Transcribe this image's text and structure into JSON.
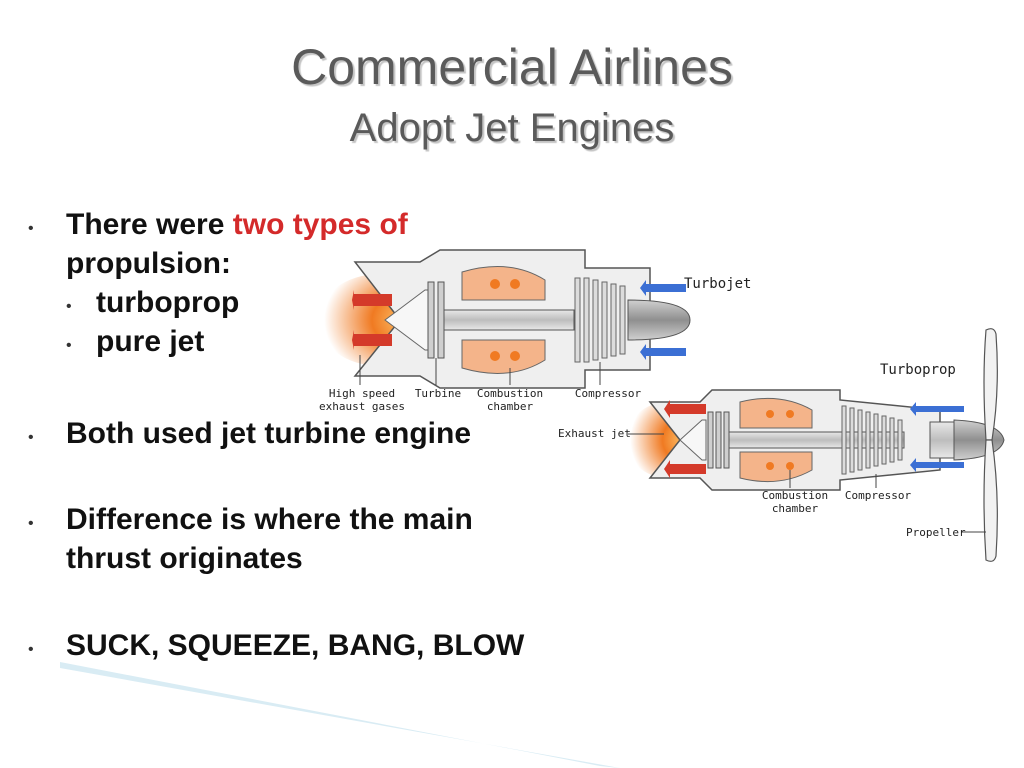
{
  "title": {
    "line1": "Commercial Airlines",
    "line2": "Adopt Jet Engines"
  },
  "bullets": [
    {
      "text_before": "There were ",
      "text_highlight": "two types of",
      "text_after": "propulsion:",
      "sub": [
        "turboprop",
        "pure jet"
      ]
    },
    {
      "text": "Both used jet turbine engine"
    },
    {
      "text": "Difference is where the main thrust originates"
    },
    {
      "text": "SUCK, SQUEEZE, BANG, BLOW"
    }
  ],
  "diagram": {
    "turbojet": {
      "name": "Turbojet",
      "labels": {
        "exhaust": "High speed\nexhaust gases",
        "exhaust_line1": "High speed",
        "exhaust_line2": "exhaust gases",
        "turbine": "Turbine",
        "combustion_line1": "Combustion",
        "combustion_line2": "chamber",
        "compressor": "Compressor"
      }
    },
    "turboprop": {
      "name": "Turboprop",
      "labels": {
        "exhaust": "Exhaust jet",
        "combustion_line1": "Combustion",
        "combustion_line2": "chamber",
        "compressor": "Compressor",
        "propeller": "Propeller"
      }
    }
  },
  "colors": {
    "highlight": "#d42a2a",
    "title": "#5a5a5a",
    "flame": "#f07a22",
    "intake_arrow": "#3b6fd4"
  }
}
